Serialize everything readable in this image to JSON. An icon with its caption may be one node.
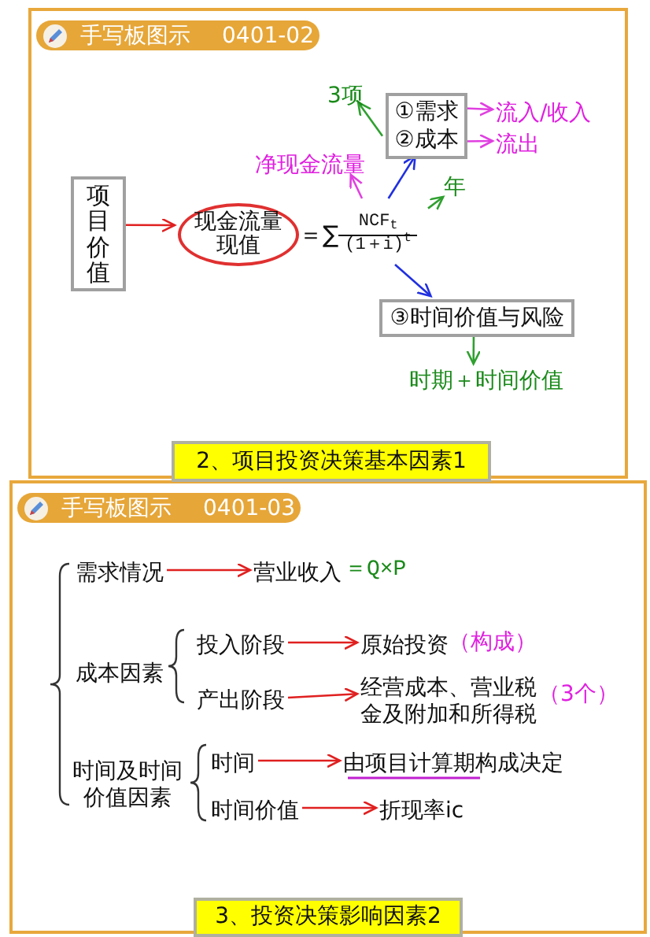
{
  "diagram": {
    "nodes": [
      {
        "text": [],
        "shape": "box"
      },
      {
        "text": [
          "手写板图示",
          "0401-02"
        ],
        "in": 0
      },
      {
        "text": [
          "项目价值"
        ],
        "in": 0
      },
      {
        "text": [
          "现金流量现值"
        ],
        "in": 0
      },
      {
        "text": [
          "＝∑",
          "NCF$_{t}$",
          "(1＋i)$^{t}$"
        ],
        "in": 0
      },
      {
        "text": [
          "净现金流量"
        ],
        "in": 0
      },
      {
        "text": [
          "年"
        ],
        "in": 0
      },
      {
        "text": [
          "①需求",
          "②成本"
        ],
        "in": 0
      },
      {
        "text": [
          "3项"
        ],
        "in": 0
      },
      {
        "text": [
          "流入/收入"
        ],
        "in": 0
      },
      {
        "text": [
          "流出"
        ],
        "in": 0
      },
      {
        "text": [
          "③时间价值与风险"
        ],
        "in": 0
      },
      {
        "text": [
          "时期＋时间价值"
        ],
        "in": 0
      },
      {
        "text": [
          "2、项目投资决策基本因素1"
        ],
        "in": 0
      },
      {
        "text": [],
        "shape": "box"
      },
      {
        "text": [
          "手写板图示",
          "0401-03"
        ],
        "in": 14
      },
      {
        "text": [
          "需求情况"
        ],
        "in": 14
      },
      {
        "text": [
          "营业收入"
        ],
        "in": 14,
        "beside": [
          "＝Q×P"
        ]
      },
      {
        "text": [
          "成本因素"
        ],
        "in": 14
      },
      {
        "text": [
          "投入阶段"
        ],
        "in": 14
      },
      {
        "text": [
          "原始投资"
        ],
        "in": 14,
        "beside": [
          "（构成）"
        ]
      },
      {
        "text": [
          "产出阶段"
        ],
        "in": 14
      },
      {
        "text": [
          "经营成本、营业税金及附加和所得税"
        ],
        "in": 14,
        "beside": [
          "（3个）"
        ]
      },
      {
        "text": [
          "时间及时间价值因素"
        ],
        "in": 14
      },
      {
        "text": [
          "时间"
        ],
        "in": 14
      },
      {
        "text": [
          "由项目计算期构成决定"
        ],
        "in": 14
      },
      {
        "text": [
          "时间价值"
        ],
        "in": 14
      },
      {
        "text": [
          "折现率ic"
        ],
        "in": 14
      },
      {
        "text": [
          "3、投资决策影响因素2"
        ],
        "in": 14
      }
    ],
    "edges": [
      {
        "from": 2,
        "to": 3,
        "arrow": "to"
      },
      {
        "from": 4,
        "to": 5,
        "arrow": "to",
        "color": "#e040e0"
      },
      {
        "from": 4,
        "to": 7,
        "arrow": "to",
        "color": "#2030e0"
      },
      {
        "from": 4,
        "to": 6,
        "arrow": "to",
        "color": "#30a030"
      },
      {
        "from": 4,
        "to": 11,
        "arrow": "to",
        "color": "#2030e0"
      },
      {
        "from": 7,
        "to": 8,
        "arrow": "to",
        "color": "#30a030"
      },
      {
        "from": 7,
        "to": 9,
        "arrow": "to",
        "color": "#e040e0"
      },
      {
        "from": 7,
        "to": 10,
        "arrow": "to",
        "color": "#e040e0"
      },
      {
        "from": 11,
        "to": 12,
        "arrow": "to",
        "color": "#30a030"
      },
      {
        "from": 16,
        "to": 17,
        "arrow": "to"
      },
      {
        "from": 19,
        "to": 20,
        "arrow": "to"
      },
      {
        "from": 21,
        "to": 22,
        "arrow": "to"
      },
      {
        "from": 24,
        "to": 25,
        "arrow": "to"
      },
      {
        "from": 26,
        "to": 27,
        "arrow": "to"
      }
    ]
  }
}
